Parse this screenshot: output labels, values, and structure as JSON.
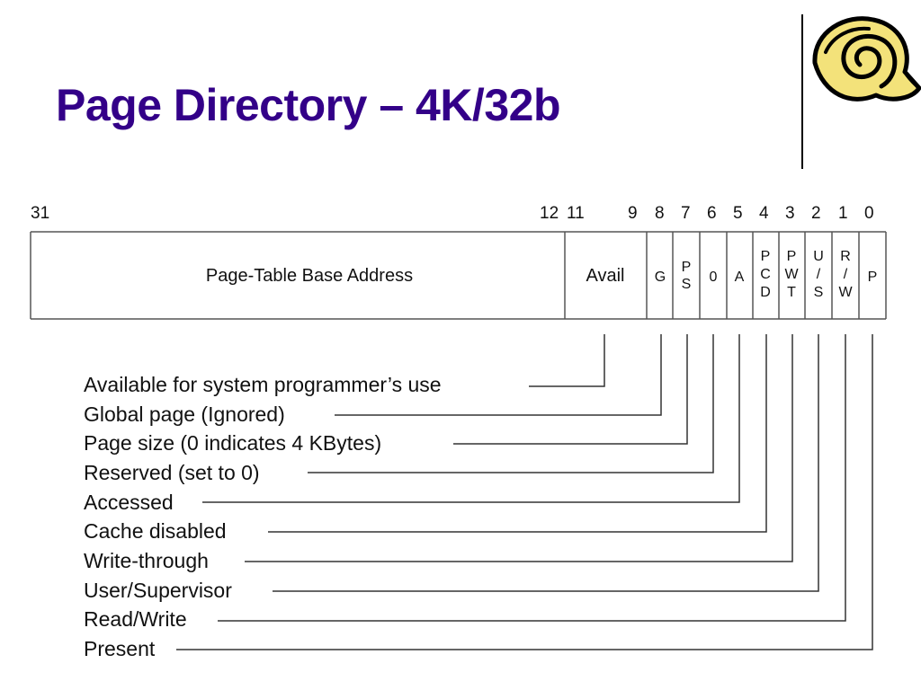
{
  "slide": {
    "title": "Page Directory – 4K/32b",
    "logo_icon": "scroll-logo-icon"
  },
  "register": {
    "bit_numbers": [
      "31",
      "12",
      "11",
      "9",
      "8",
      "7",
      "6",
      "5",
      "4",
      "3",
      "2",
      "1",
      "0"
    ],
    "fields": [
      {
        "id": "base",
        "lines": [
          "Page-Table Base Address"
        ],
        "description": ""
      },
      {
        "id": "avail",
        "lines": [
          "Avail"
        ],
        "description": "Available for system programmer’s use"
      },
      {
        "id": "g",
        "lines": [
          "G"
        ],
        "description": "Global page (Ignored)"
      },
      {
        "id": "ps",
        "lines": [
          "P",
          "S"
        ],
        "description": "Page size (0 indicates 4 KBytes)"
      },
      {
        "id": "zero",
        "lines": [
          "0"
        ],
        "description": "Reserved (set to 0)"
      },
      {
        "id": "a",
        "lines": [
          "A"
        ],
        "description": "Accessed"
      },
      {
        "id": "pcd",
        "lines": [
          "P",
          "C",
          "D"
        ],
        "description": "Cache disabled"
      },
      {
        "id": "pwt",
        "lines": [
          "P",
          "W",
          "T"
        ],
        "description": "Write-through"
      },
      {
        "id": "us",
        "lines": [
          "U",
          "/",
          "S"
        ],
        "description": "User/Supervisor"
      },
      {
        "id": "rw",
        "lines": [
          "R",
          "/",
          "W"
        ],
        "description": "Read/Write"
      },
      {
        "id": "p",
        "lines": [
          "P"
        ],
        "description": "Present"
      }
    ]
  }
}
